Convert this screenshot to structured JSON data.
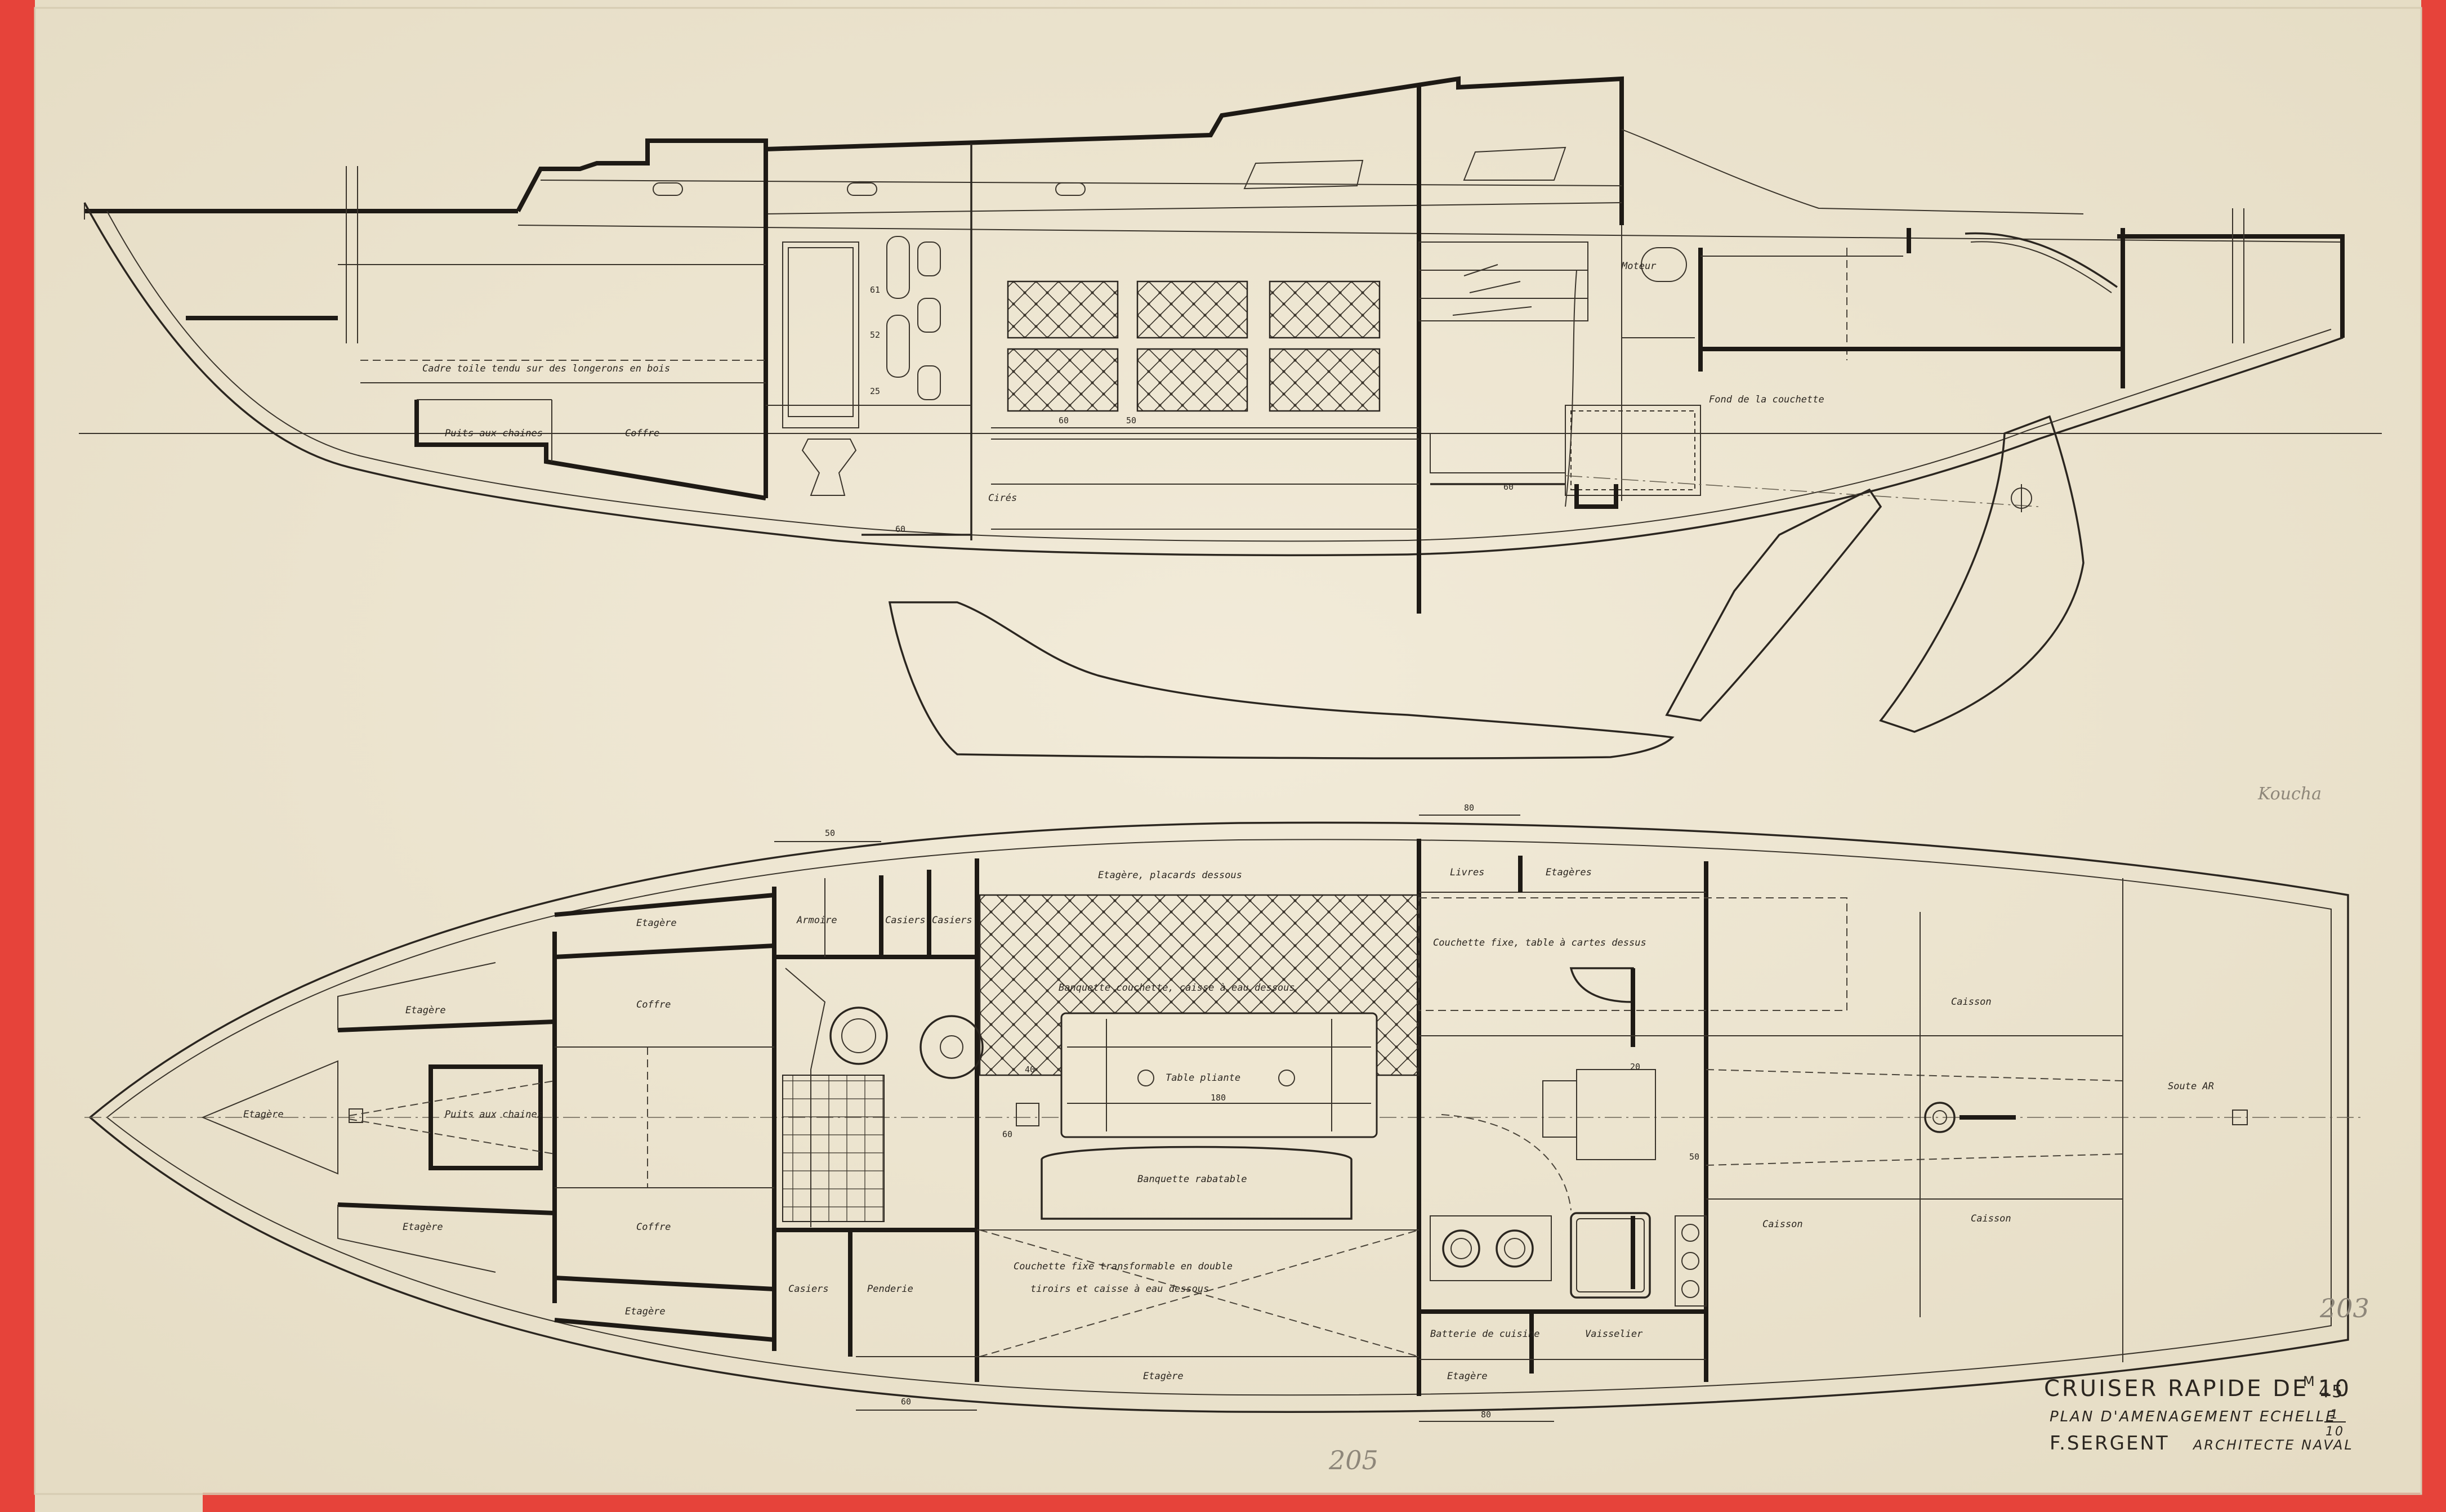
{
  "colors": {
    "paper": "#efe7d2",
    "ink": "#2b2620",
    "tape": "#e6433a",
    "pencil": "#8e877a"
  },
  "profile": {
    "labels": {
      "frame": "Cadre toile tendu sur des longerons en bois",
      "chain_well": "Puits aux chaines",
      "chest": "Coffre",
      "oilskins": "Cirés",
      "engine": "Moteur",
      "berth_bottom": "Fond de la couchette",
      "pen_mark": "Koucha"
    },
    "dims": {
      "d60a": "60",
      "d60b": "60",
      "d60c": "60",
      "d50": "50",
      "d52": "52",
      "d25": "25",
      "d61": "61"
    }
  },
  "plan": {
    "labels": {
      "shelf_bow": "Etagère",
      "shelf_port_fwd": "Etagère",
      "shelf_stbd_fwd": "Etagère",
      "shelf_top": "Etagère",
      "shelf_bottom": "Etagère",
      "chain_well": "Puits aux chaines",
      "chest_top": "Coffre",
      "chest_bottom": "Coffre",
      "wardrobe": "Armoire",
      "lockers1": "Casiers",
      "lockers2": "Casiers",
      "lockers3": "Casiers",
      "hanging_locker": "Penderie",
      "shelf_cupboards": "Etagère, placards dessous",
      "settee_berth": "Banquette couchette, caisse à eau dessous",
      "folding_table": "Table pliante",
      "table_width": "180",
      "folding_bench": "Banquette rabatable",
      "berth_convertible_1": "Couchette fixe transformable en double",
      "berth_convertible_2": "tiroirs et caisse à eau dessous",
      "shelf_saloon_bottom": "Etagère",
      "books": "Livres",
      "shelves_nav": "Etagères",
      "chart_table": "Couchette fixe, table à cartes dessus",
      "galley_battery": "Batterie de cuisine",
      "dish_rack": "Vaisselier",
      "shelf_galley_bottom": "Etagère",
      "caisson1": "Caisson",
      "caisson2": "Caisson",
      "caisson3": "Caisson",
      "aft_locker": "Soute AR",
      "dim_50": "50",
      "dim_60": "60",
      "dim_80": "80",
      "dim_40": "40",
      "dim_60b": "60",
      "dim_20": "20",
      "dim_50b": "50",
      "dim_80b": "80"
    }
  },
  "titleblock": {
    "line1": "CRUISER RAPIDE DE 10",
    "sup": "M",
    "dec": "45",
    "line2": "PLAN D'AMENAGEMENT  ECHELLE",
    "scale_num": "1",
    "scale_den": "10",
    "name": "F.SERGENT",
    "role": "ARCHITECTE NAVAL"
  },
  "pencil_marks": {
    "bottom": "205",
    "right": "203"
  }
}
